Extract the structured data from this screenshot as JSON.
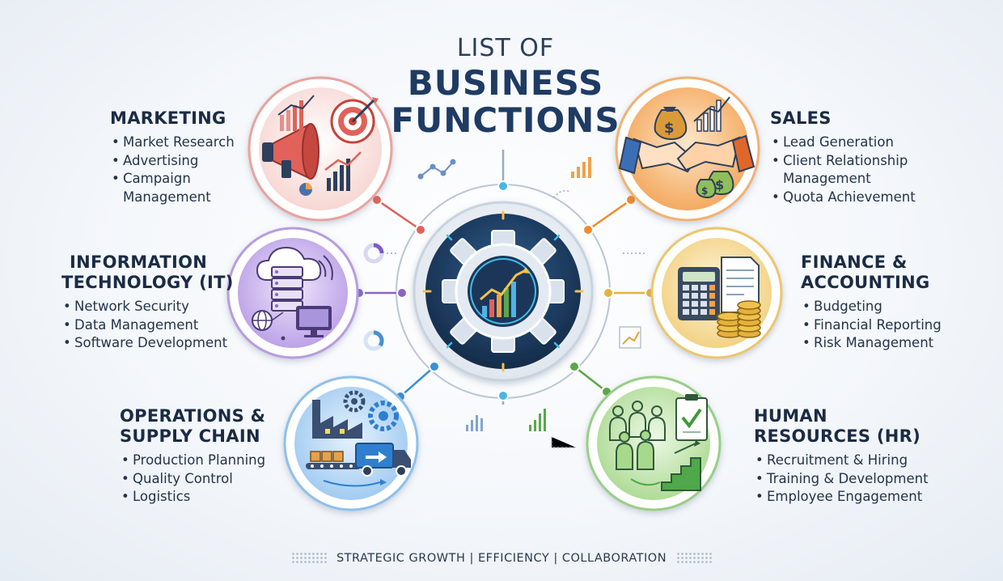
{
  "header": {
    "line1": "LIST OF",
    "line2": "BUSINESS",
    "line3": "FUNCTIONS"
  },
  "colors": {
    "navy": "#1f3b63",
    "marketing": "#e0625a",
    "sales": "#f08a2c",
    "it": "#8a64c9",
    "finance": "#e8b33a",
    "operations": "#3a8fd6",
    "hr": "#5aa74a"
  },
  "functions": {
    "marketing": {
      "title": "MARKETING",
      "items": [
        "Market Research",
        "Advertising",
        [
          "Campaign",
          "Management"
        ]
      ]
    },
    "sales": {
      "title": "SALES",
      "items": [
        "Lead Generation",
        [
          "Client Relationship",
          "Management"
        ],
        "Quota Achievement"
      ]
    },
    "it": {
      "title_l1": "INFORMATION",
      "title_l2": "TECHNOLOGY (IT)",
      "items": [
        "Network Security",
        "Data Management",
        "Software Development"
      ]
    },
    "finance": {
      "title_l1": "FINANCE &",
      "title_l2": "ACCOUNTING",
      "items": [
        "Budgeting",
        "Financial Reporting",
        "Risk Management"
      ]
    },
    "operations": {
      "title_l1": "OPERATIONS &",
      "title_l2": "SUPPLY CHAIN",
      "items": [
        "Production Planning",
        "Quality Control",
        "Logistics"
      ]
    },
    "hr": {
      "title_l1": "HUMAN",
      "title_l2": "RESOURCES (HR)",
      "items": [
        "Recruitment & Hiring",
        "Training & Development",
        "Employee Engagement"
      ]
    }
  },
  "footer": {
    "text": "STRATEGIC GROWTH | EFFICIENCY | COLLABORATION"
  },
  "icons": [
    "gear-chart-icon",
    "megaphone-icon",
    "target-icon",
    "handshake-icon",
    "money-bag-icon",
    "cloud-server-icon",
    "calculator-icon",
    "coins-icon",
    "factory-icon",
    "truck-icon",
    "team-icon",
    "checklist-icon"
  ]
}
